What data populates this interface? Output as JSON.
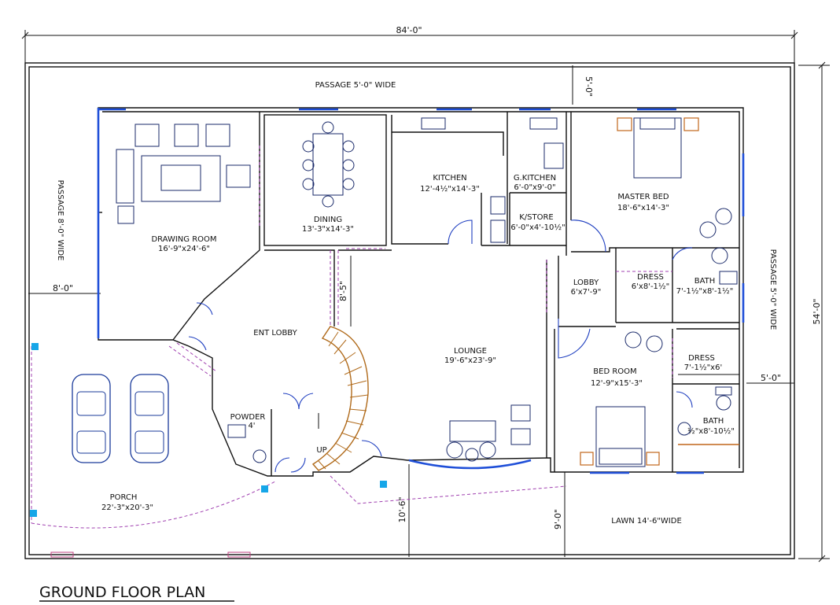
{
  "plan_title": "GROUND FLOOR PLAN",
  "dimensions": {
    "overall_width": "84'-0\"",
    "overall_depth": "54'-0\"",
    "top_passage_gap": "5'-0\"",
    "left_gap": "8'-0\"",
    "right_gap": "5'-0\"",
    "lobby_gap": "8'-5\"",
    "front_gap": "10'-6\"",
    "lawn_gap": "9'-0\""
  },
  "passages": {
    "top": "PASSAGE 5'-0\" WIDE",
    "left": "PASSAGE 8'-0\" WIDE",
    "right": "PASSAGE 5'-0\" WIDE",
    "lawn": "LAWN 14'-6\"WIDE"
  },
  "rooms": {
    "drawing": {
      "name": "DRAWING ROOM",
      "size": "16'-9\"x24'-6\""
    },
    "dining": {
      "name": "DINING",
      "size": "13'-3\"x14'-3\""
    },
    "kitchen": {
      "name": "KITCHEN",
      "size": "12'-4½\"x14'-3\""
    },
    "gkitchen": {
      "name": "G.KITCHEN",
      "size": "6'-0\"x9'-0\""
    },
    "kstore": {
      "name": "K/STORE",
      "size": "6'-0\"x4'-10½\""
    },
    "master": {
      "name": "MASTER BED",
      "size": "18'-6\"x14'-3\""
    },
    "lobby": {
      "name": "LOBBY",
      "size": "6'x7'-9\""
    },
    "dress1": {
      "name": "DRESS",
      "size": "6'x8'-1½\""
    },
    "bath1": {
      "name": "BATH",
      "size": "7'-1½\"x8'-1½\""
    },
    "entlobby": {
      "name": "ENT LOBBY"
    },
    "lounge": {
      "name": "LOUNGE",
      "size": "19'-6\"x23'-9\""
    },
    "bedroom": {
      "name": "BED ROOM",
      "size": "12'-9\"x15'-3\""
    },
    "dress2": {
      "name": "DRESS",
      "size": "7'-1½\"x6'"
    },
    "bath2": {
      "name": "BATH",
      "size": "½\"x8'-10½\""
    },
    "powder": {
      "name": "POWDER",
      "size": "4'"
    },
    "up": "UP",
    "porch": {
      "name": "PORCH",
      "size": "22'-3\"x20'-3\""
    }
  }
}
